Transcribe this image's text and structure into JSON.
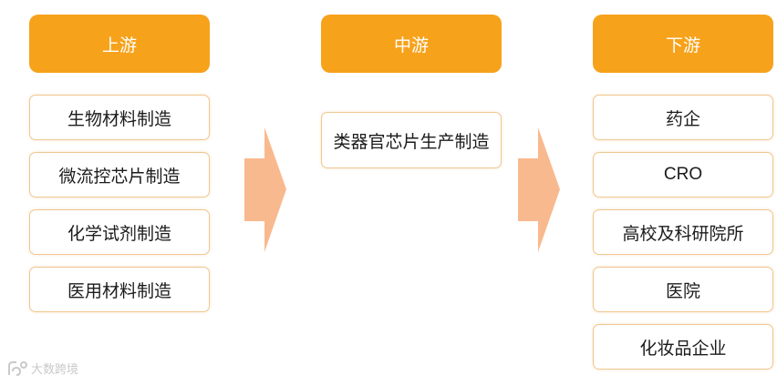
{
  "columns": [
    {
      "header": "上游",
      "items": [
        "生物材料制造",
        "微流控芯片制造",
        "化学试剂制造",
        "医用材料制造"
      ]
    },
    {
      "header": "中游",
      "items": [
        "类器官芯片生产制造"
      ]
    },
    {
      "header": "下游",
      "items": [
        "药企",
        "CRO",
        "高校及科研院所",
        "医院",
        "化妆品企业"
      ]
    }
  ],
  "watermark": {
    "text": "大数跨境",
    "icon": "dashuju-logo-icon"
  },
  "colors": {
    "header_fill": "#f7a21b",
    "header_text": "#ffffff",
    "item_border": "#f0c791",
    "arrow_fill": "#f9b98e",
    "watermark": "#c9c9c9"
  }
}
